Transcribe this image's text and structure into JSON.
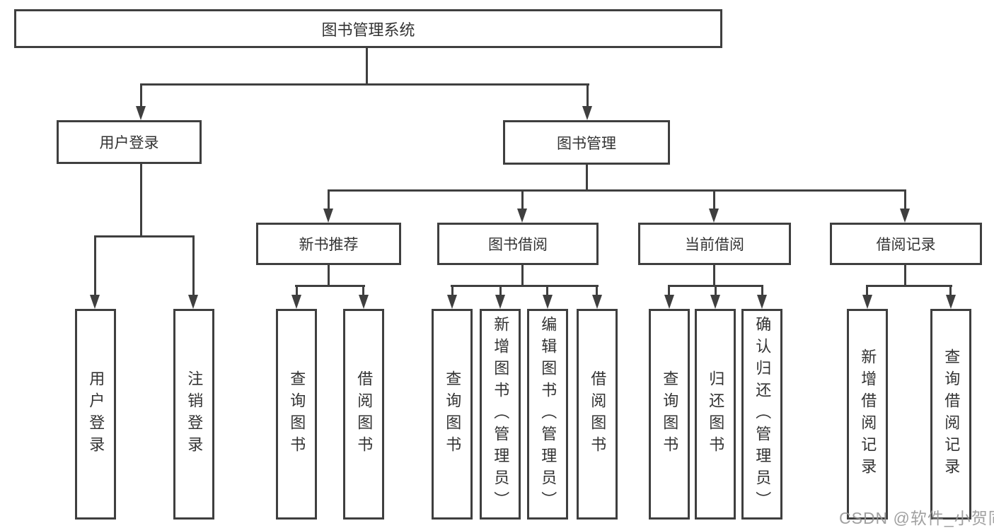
{
  "tree": {
    "root": "图书管理系统",
    "branches": [
      {
        "label": "用户登录",
        "children": [
          "用户登录",
          "注销登录"
        ]
      },
      {
        "label": "图书管理",
        "groups": [
          {
            "label": "新书推荐",
            "children": [
              "查询图书",
              "借阅图书"
            ]
          },
          {
            "label": "图书借阅",
            "children": [
              "查询图书",
              "新增图书（管理员）",
              "编辑图书（管理员）",
              "借阅图书"
            ]
          },
          {
            "label": "当前借阅",
            "children": [
              "查询图书",
              "归还图书",
              "确认归还（管理员）"
            ]
          },
          {
            "label": "借阅记录",
            "children": [
              "新增借阅记录",
              "查询借阅记录"
            ]
          }
        ]
      }
    ]
  },
  "watermark": {
    "text": "CSDN @软件_小贺同学"
  },
  "colors": {
    "line": "#3f3f3f",
    "text": "#333333",
    "background": "#ffffff",
    "watermark": "#969696"
  }
}
